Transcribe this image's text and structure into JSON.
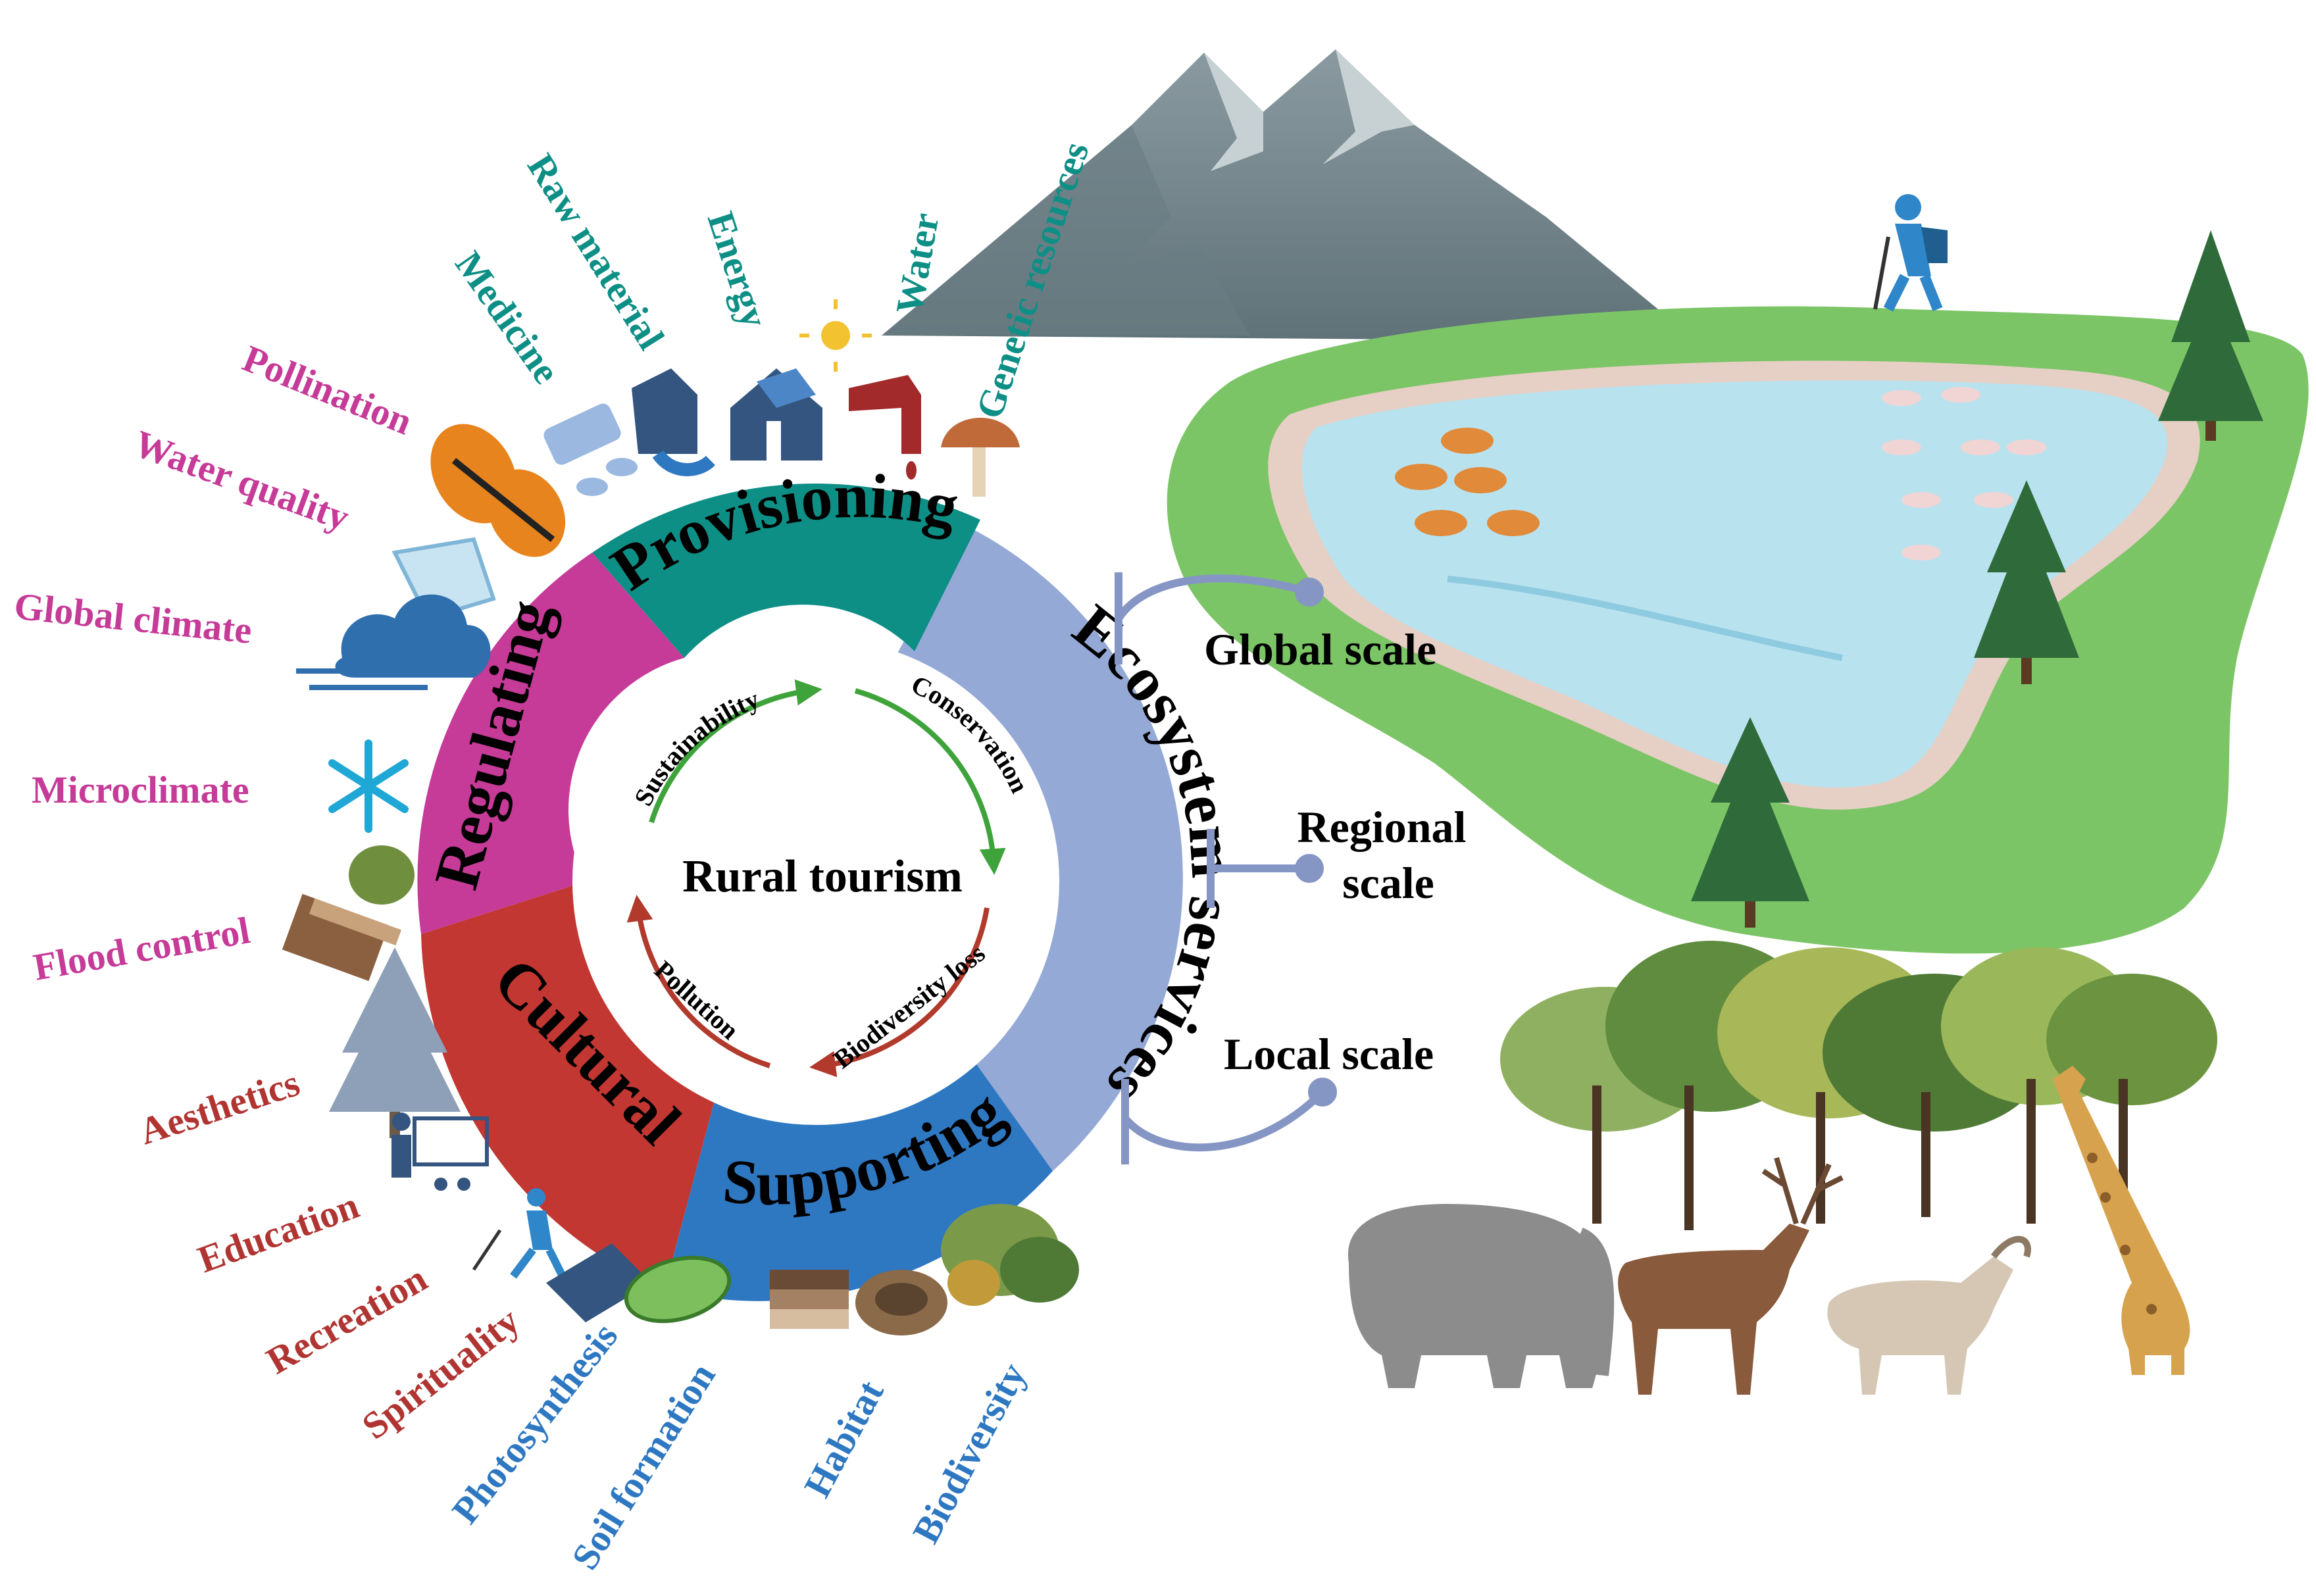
{
  "center_title": "Rural tourism",
  "ring_label": "Ecosystem services",
  "segments": {
    "provisioning": "Provisioning",
    "regulating": "Regulating",
    "cultural": "Cultural",
    "supporting": "Supporting"
  },
  "cycle": {
    "sustainability": "Sustainability",
    "conservation": "Conservation",
    "biodiversity_loss": "Biodiversity loss",
    "pollution": "Pollution"
  },
  "services": {
    "provisioning": [
      "Medicine",
      "Raw material",
      "Energy",
      "Water",
      "Genetic resources"
    ],
    "regulating": [
      "Pollination",
      "Water quality",
      "Global climate",
      "Microclimate",
      "Flood control"
    ],
    "cultural": [
      "Aesthetics",
      "Education",
      "Recreation",
      "Spirituality"
    ],
    "supporting": [
      "Photosynthesis",
      "Soil formation",
      "Habitat",
      "Biodiversity"
    ]
  },
  "scales": {
    "global": "Global scale",
    "regional_line1": "Regional",
    "regional_line2": "scale",
    "local": "Local scale"
  },
  "colors": {
    "provisioning": "#0e8f86",
    "regulating": "#c63a98",
    "cultural": "#c23731",
    "supporting": "#2e78c2",
    "ring": "#94a9d6",
    "cycle_green": "#3fa33b",
    "cycle_red": "#b13a2c"
  },
  "icons": [
    "pill-icon",
    "factory-icon",
    "solar-house-icon",
    "sun-icon",
    "tap-icon",
    "mushroom-icon",
    "butterfly-icon",
    "glass-icon",
    "cloud-wind-icon",
    "snowflake-icon",
    "soil-tree-icon",
    "pine-tree-icon",
    "teacher-icon",
    "hiker-icon",
    "book-icon",
    "chloroplast-icon",
    "soil-layers-icon",
    "nest-icon",
    "plants-icon",
    "mountain-icon",
    "lake-icon",
    "fish-icon",
    "forest-icon",
    "elephant-icon",
    "deer-icon",
    "goat-icon",
    "giraffe-icon"
  ]
}
